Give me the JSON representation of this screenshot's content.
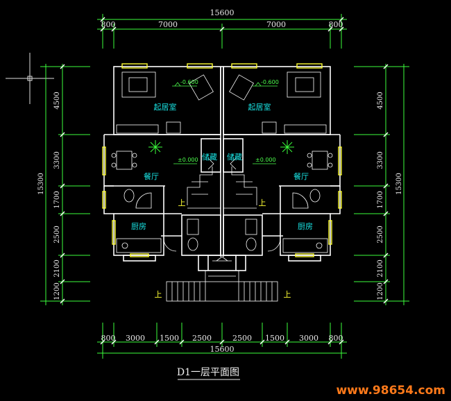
{
  "plan": {
    "top_total": "15600",
    "top_dims": [
      "800",
      "7000",
      "7000",
      "800"
    ],
    "bottom_total": "15600",
    "bottom_dims": [
      "800",
      "3000",
      "1500",
      "2500",
      "2500",
      "1500",
      "3000",
      "800"
    ],
    "left_total": "15300",
    "left_dims": [
      "4500",
      "3300",
      "1700",
      "2500",
      "2100",
      "1200"
    ],
    "right_total": "15300",
    "right_dims": [
      "4500",
      "3300",
      "1700",
      "2500",
      "2100",
      "1200"
    ]
  },
  "rooms": {
    "living_left": "起居室",
    "living_right": "起居室",
    "dining_left": "餐厅",
    "dining_right": "餐厅",
    "storage_left": "储藏",
    "storage_right": "储藏",
    "kitchen_left": "厨房",
    "kitchen_right": "厨房"
  },
  "elevations": {
    "living_left": "-0.600",
    "living_right": "-0.600",
    "dining_left": "±0.000",
    "dining_right": "±0.000"
  },
  "stairs": {
    "up_label": "上"
  },
  "drawing_title": "D1一层平面图",
  "watermark": "www.98654.com",
  "colors": {
    "background": "#000000",
    "wall": "#ffffff",
    "window": "#ffff33",
    "axis": "#3cff3c",
    "text": "#19e3e3"
  }
}
